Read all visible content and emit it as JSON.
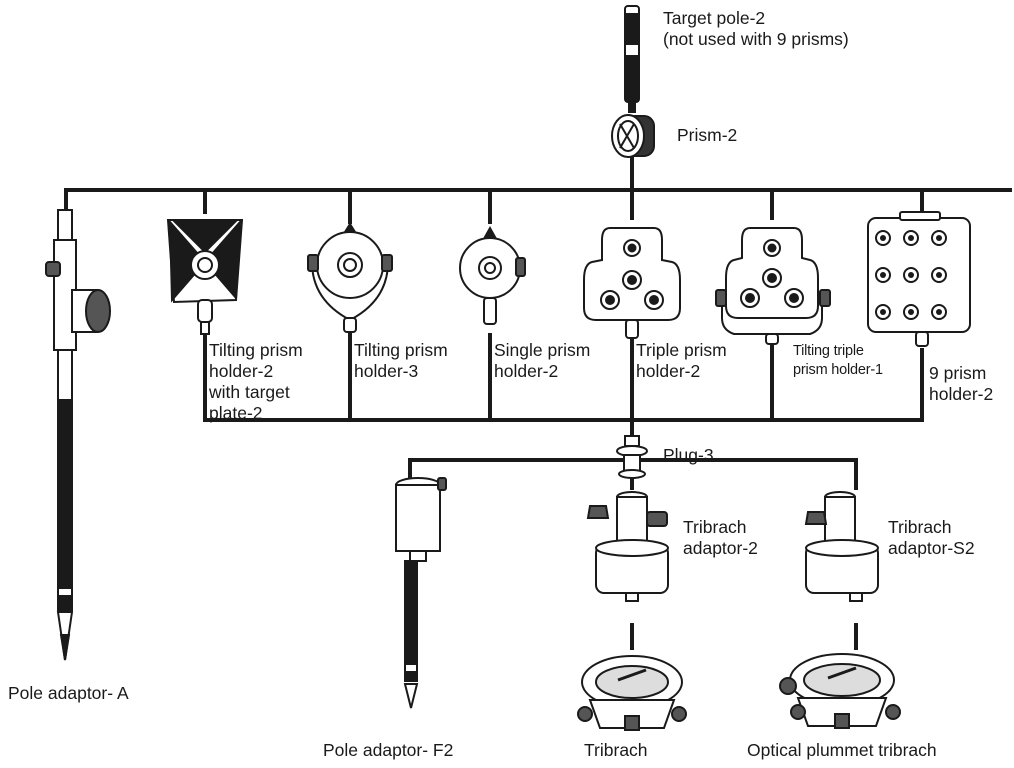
{
  "diagram": {
    "components": {
      "target_pole": {
        "label": "Target pole-2\n(not used with 9 prisms)",
        "icon": "target-pole-icon"
      },
      "prism": {
        "label": "Prism-2",
        "icon": "prism-icon"
      },
      "pole_adaptor_a": {
        "label": "Pole adaptor- A",
        "icon": "pole-adaptor-a-icon"
      },
      "tilting_holder_target": {
        "label": "Tilting prism\nholder-2\nwith target\nplate-2",
        "icon": "tilting-prism-holder-target-plate-icon"
      },
      "tilting_holder_3": {
        "label": "Tilting prism\nholder-3",
        "icon": "tilting-prism-holder-3-icon"
      },
      "single_holder": {
        "label": "Single prism\nholder-2",
        "icon": "single-prism-holder-icon"
      },
      "triple_holder": {
        "label": "Triple  prism\nholder-2",
        "icon": "triple-prism-holder-icon"
      },
      "tilting_triple_holder": {
        "label": "Tilting triple\nprism holder-1",
        "icon": "tilting-triple-prism-holder-icon"
      },
      "nine_prism_holder": {
        "label": "9 prism\nholder-2",
        "icon": "nine-prism-holder-icon"
      },
      "plug": {
        "label": "Plug-3",
        "icon": "plug-icon"
      },
      "pole_adaptor_f2": {
        "label": "Pole adaptor- F2",
        "icon": "pole-adaptor-f2-icon"
      },
      "tribrach_adaptor": {
        "label": "Tribrach\nadaptor-2",
        "icon": "tribrach-adaptor-icon"
      },
      "tribrach_adaptor_s2": {
        "label": "Tribrach\nadaptor-S2",
        "icon": "tribrach-adaptor-s2-icon"
      },
      "tribrach": {
        "label": "Tribrach",
        "icon": "tribrach-icon"
      },
      "optical_tribrach": {
        "label": "Optical plummet tribrach",
        "icon": "optical-plummet-tribrach-icon"
      }
    },
    "colors": {
      "line": "#1a1a1a",
      "background": "#ffffff"
    }
  }
}
